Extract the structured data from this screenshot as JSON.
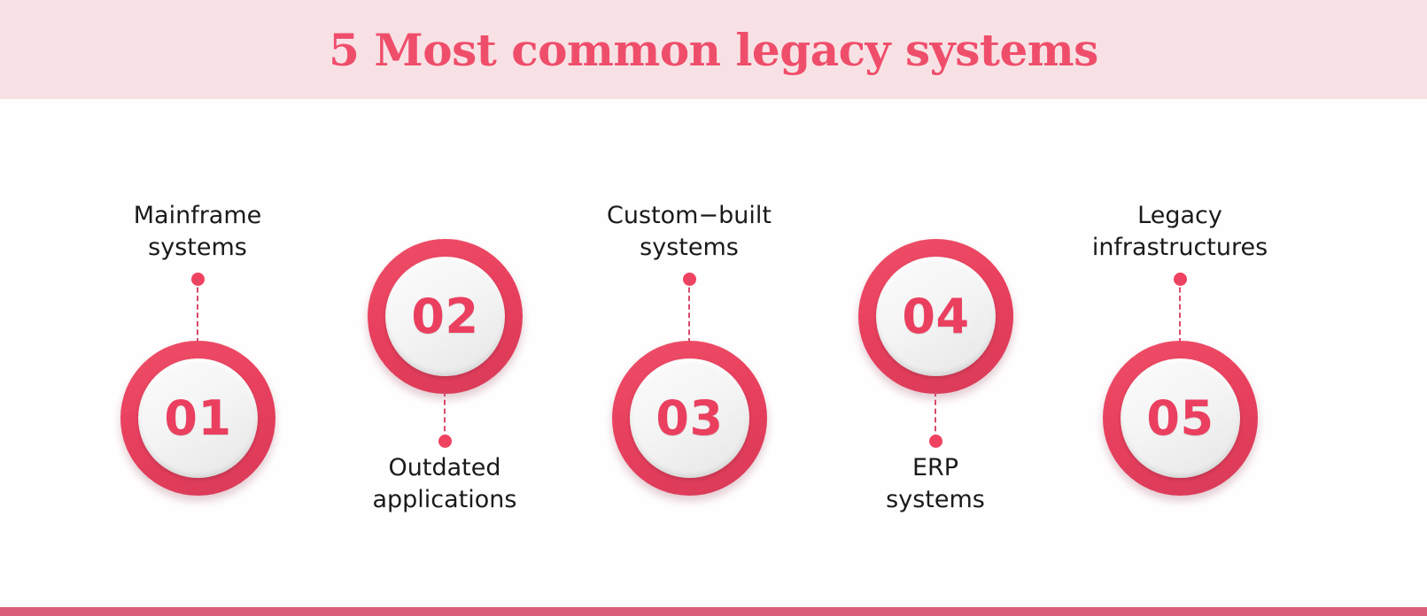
{
  "header": {
    "title": "5 Most common legacy systems",
    "background_color": "#f8e1e4",
    "title_color": "#ef4e6b"
  },
  "theme": {
    "accent_color": "#e8405e",
    "dot_color": "#ef4260",
    "dash_color": "#d8496a",
    "label_color": "#1a1a1a",
    "inner_disc_color": "#f2f2f2",
    "canvas_background": "#ffffff",
    "bottom_bar_color": "#da5d78"
  },
  "steps": [
    {
      "number": "01",
      "label": "Mainframe\nsystems",
      "layout": "label-above"
    },
    {
      "number": "02",
      "label": "Outdated\napplications",
      "layout": "label-below"
    },
    {
      "number": "03",
      "label": "Custom−built\nsystems",
      "layout": "label-above"
    },
    {
      "number": "04",
      "label": "ERP\nsystems",
      "layout": "label-below"
    },
    {
      "number": "05",
      "label": "Legacy\ninfrastructures",
      "layout": "label-above"
    }
  ]
}
